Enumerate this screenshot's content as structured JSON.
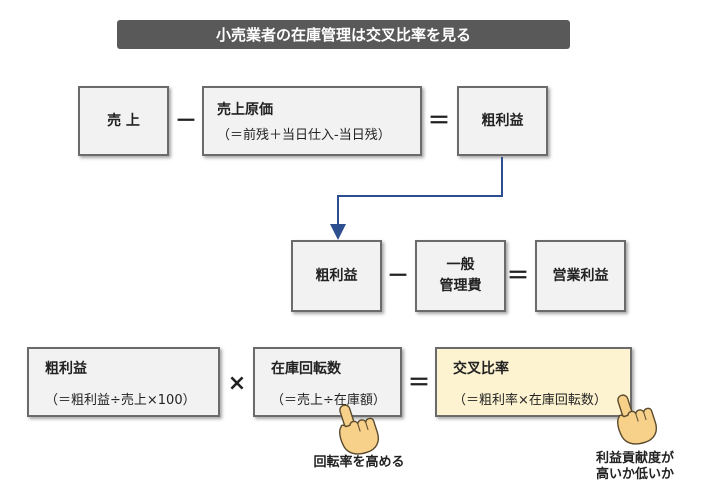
{
  "title": "小売業者の在庫管理は交叉比率を見る",
  "row1": {
    "sales": "売 上",
    "minus": "－",
    "cogs_label": "売上原価",
    "cogs_formula": "（＝前残＋当日仕入-当日残）",
    "equals": "＝",
    "gross_profit": "粗利益"
  },
  "row2": {
    "gross_profit": "粗利益",
    "minus": "－",
    "admin_line1": "一般",
    "admin_line2": "管理費",
    "equals": "＝",
    "operating_profit": "営業利益"
  },
  "row3": {
    "margin_label": "粗利益",
    "margin_formula": "（＝粗利益÷売上×100）",
    "times": "×",
    "turnover_label": "在庫回転数",
    "turnover_formula": "（＝売上÷在庫額）",
    "equals": "＝",
    "crossratio_label": "交叉比率",
    "crossratio_formula": "（＝粗利率×在庫回転数）"
  },
  "captions": {
    "turnover_note": "回転率を高める",
    "contribution_line1": "利益貢献度が",
    "contribution_line2": "高いか低いか"
  },
  "colors": {
    "title_bg": "#595959",
    "box_bg": "#f2f2f2",
    "box_border": "#6b6b6b",
    "highlight_bg": "#fdf3d0",
    "arrow": "#2e4f8f",
    "hand": "#f7d08a"
  }
}
